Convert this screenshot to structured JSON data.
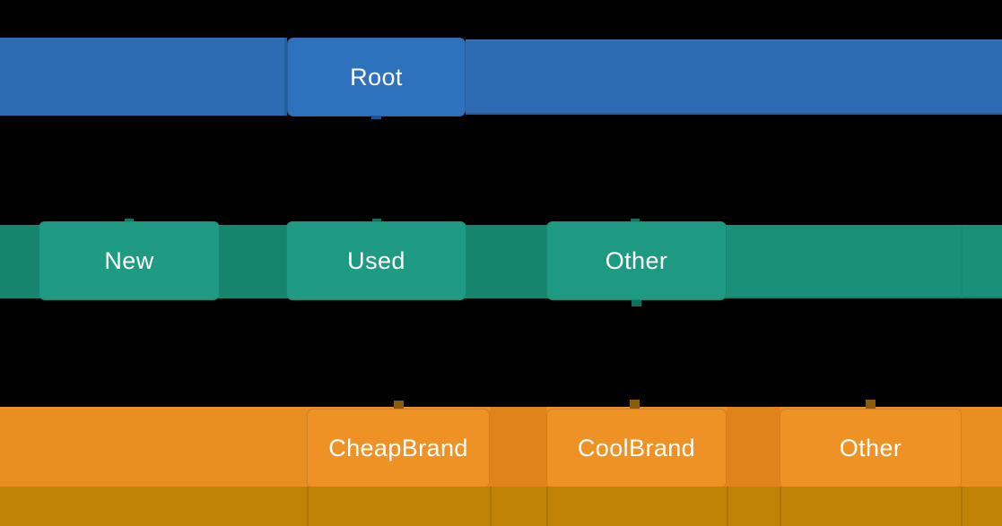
{
  "chart_data": {
    "type": "icicle",
    "title": "",
    "orientation": "top-down",
    "background_color": "#000000",
    "text_color": "#ffffff",
    "grid": false,
    "legend": "none",
    "levels": [
      {
        "depth": 0,
        "color": "#2e72bd",
        "labels": [
          "Root"
        ]
      },
      {
        "depth": 1,
        "color": "#209b83",
        "labels": [
          "New",
          "Used",
          "Other"
        ]
      },
      {
        "depth": 2,
        "color": "#ef9226",
        "labels": [
          "CheapBrand",
          "CoolBrand",
          "Other"
        ]
      },
      {
        "depth": 3,
        "color": "#bf8305",
        "labels": []
      }
    ],
    "hierarchy": {
      "name": "Root",
      "children": [
        {
          "name": "New"
        },
        {
          "name": "Used"
        },
        {
          "name": "Other",
          "children": [
            {
              "name": "CheapBrand"
            },
            {
              "name": "CoolBrand"
            },
            {
              "name": "Other"
            }
          ]
        }
      ]
    },
    "notes": "Fourth-level row is cut off at the bottom edge of the image; no labels visible in it."
  },
  "nodes": {
    "root": {
      "label": "Root"
    },
    "new": {
      "label": "New"
    },
    "used": {
      "label": "Used"
    },
    "other_l1": {
      "label": "Other"
    },
    "cheapbrand": {
      "label": "CheapBrand"
    },
    "coolbrand": {
      "label": "CoolBrand"
    },
    "other_l2": {
      "label": "Other"
    }
  },
  "colors": {
    "background": "#000000",
    "label_text": "#ffffff",
    "level0_node": "#2e72bd",
    "level0_bar": "#2b6cb3",
    "level1_node": "#209b83",
    "level1_bar": "#1b9078",
    "level1_gap": "#17856e",
    "level2_node": "#ef9226",
    "level2_bar": "#e88d1f",
    "level2_gap": "#e0831a",
    "level3_strip": "#bf8305"
  }
}
